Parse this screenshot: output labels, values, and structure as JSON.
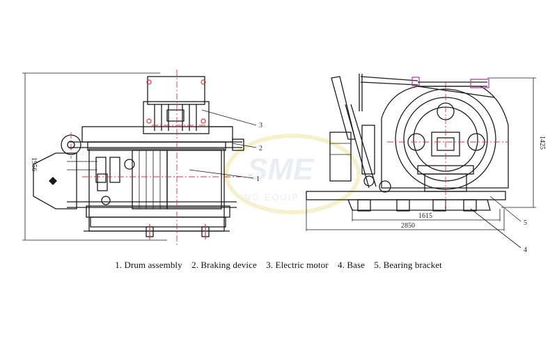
{
  "watermark": {
    "text": "SME",
    "subtext": "ING EQUIP",
    "color": "#d9dfe8"
  },
  "dimensions": {
    "front_height": "1956",
    "side_height": "1425",
    "base_inner": "1615",
    "base_overall": "2850"
  },
  "callouts": {
    "front": [
      "3",
      "2",
      "1"
    ],
    "side": [
      "5",
      "4"
    ]
  },
  "legend": [
    "1. Drum assembly",
    "2. Braking device",
    "3. Electric motor",
    "4. Base",
    "5. Bearing bracket"
  ],
  "colors": {
    "line": "#1a1a1a",
    "centerline": "#e0303a",
    "accent": "#c040a0"
  }
}
